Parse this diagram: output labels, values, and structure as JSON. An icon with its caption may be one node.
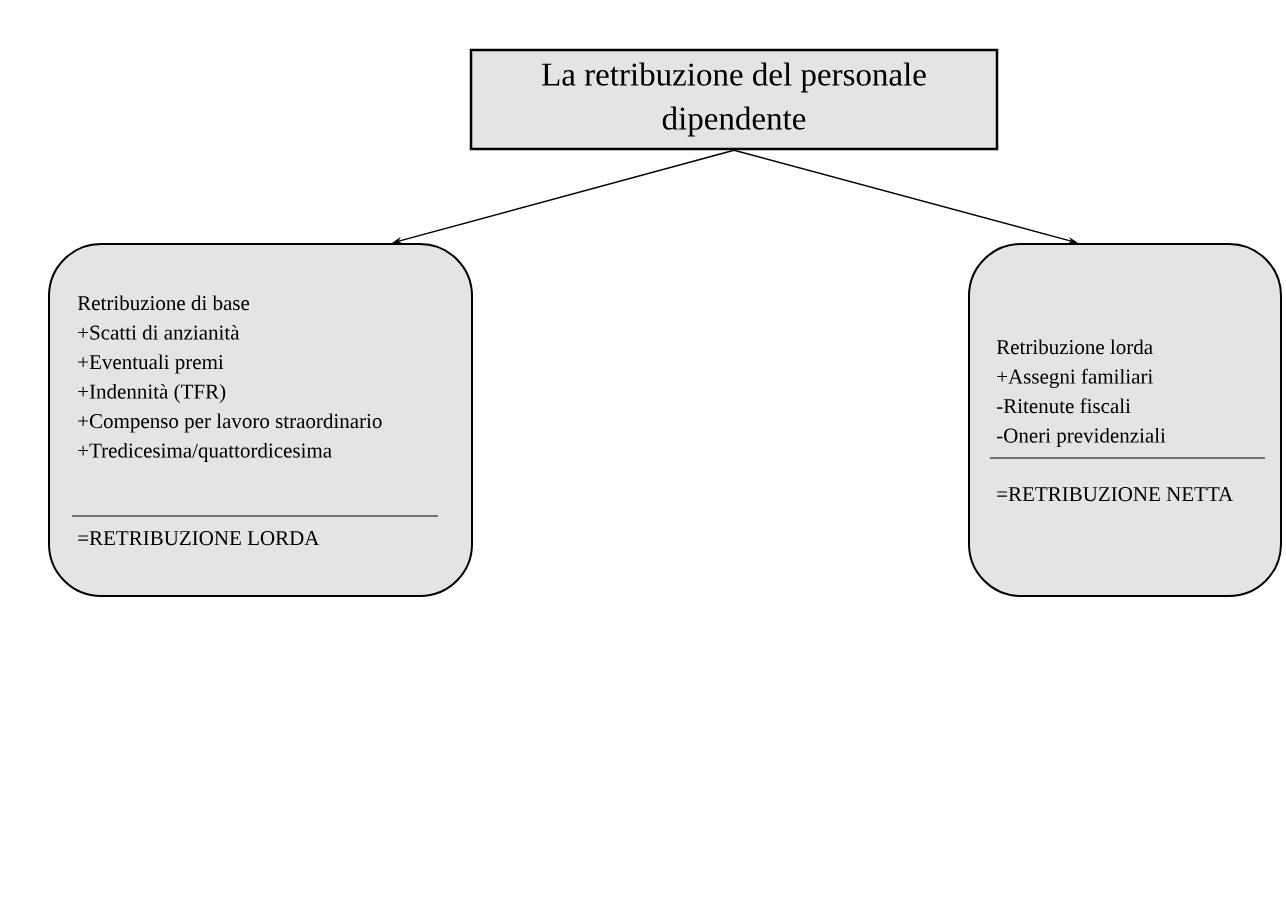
{
  "diagram": {
    "nodes": [
      {
        "text": [
          "La retribuzione del personale dipendente"
        ]
      },
      {
        "text": [
          "Retribuzione di base",
          "+Scatti di anzianità",
          "+Eventuali premi",
          "+Indennità (TFR)",
          "+Compenso per lavoro straordinario",
          "+Tredicesima/quattordicesima",
          "=RETRIBUZIONE LORDA"
        ]
      },
      {
        "text": [
          "Retribuzione lorda",
          "+Assegni familiari",
          "-Ritenute fiscali",
          "-Oneri previdenziali",
          "=RETRIBUZIONE NETTA"
        ]
      }
    ],
    "edges": [
      {
        "from": 0,
        "to": 1,
        "arrow": "to"
      },
      {
        "from": 0,
        "to": 2,
        "arrow": "to"
      }
    ]
  }
}
